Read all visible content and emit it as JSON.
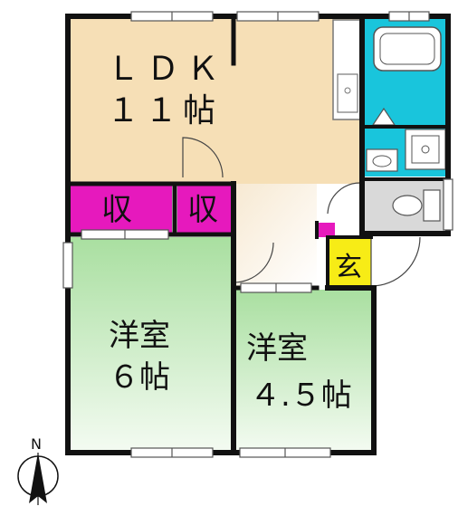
{
  "rooms": {
    "ldk": {
      "name": "ＬＤＫ",
      "size": "１１帖"
    },
    "storage_left": {
      "name": "収"
    },
    "storage_right": {
      "name": "収"
    },
    "western_6": {
      "name": "洋室",
      "size": "６帖"
    },
    "western_45": {
      "name": "洋室",
      "size": "４.５帖"
    },
    "entrance": {
      "name": "玄"
    }
  },
  "compass": {
    "label": "N"
  },
  "colors": {
    "ldk": "#f6dfb6",
    "storage": "#e619bd",
    "entrance": "#f7ec16",
    "bath": "#19c5dc",
    "room_green_top": "#a9dfa0",
    "room_green_bottom": "#f3fbf1",
    "wall": "#111111"
  }
}
